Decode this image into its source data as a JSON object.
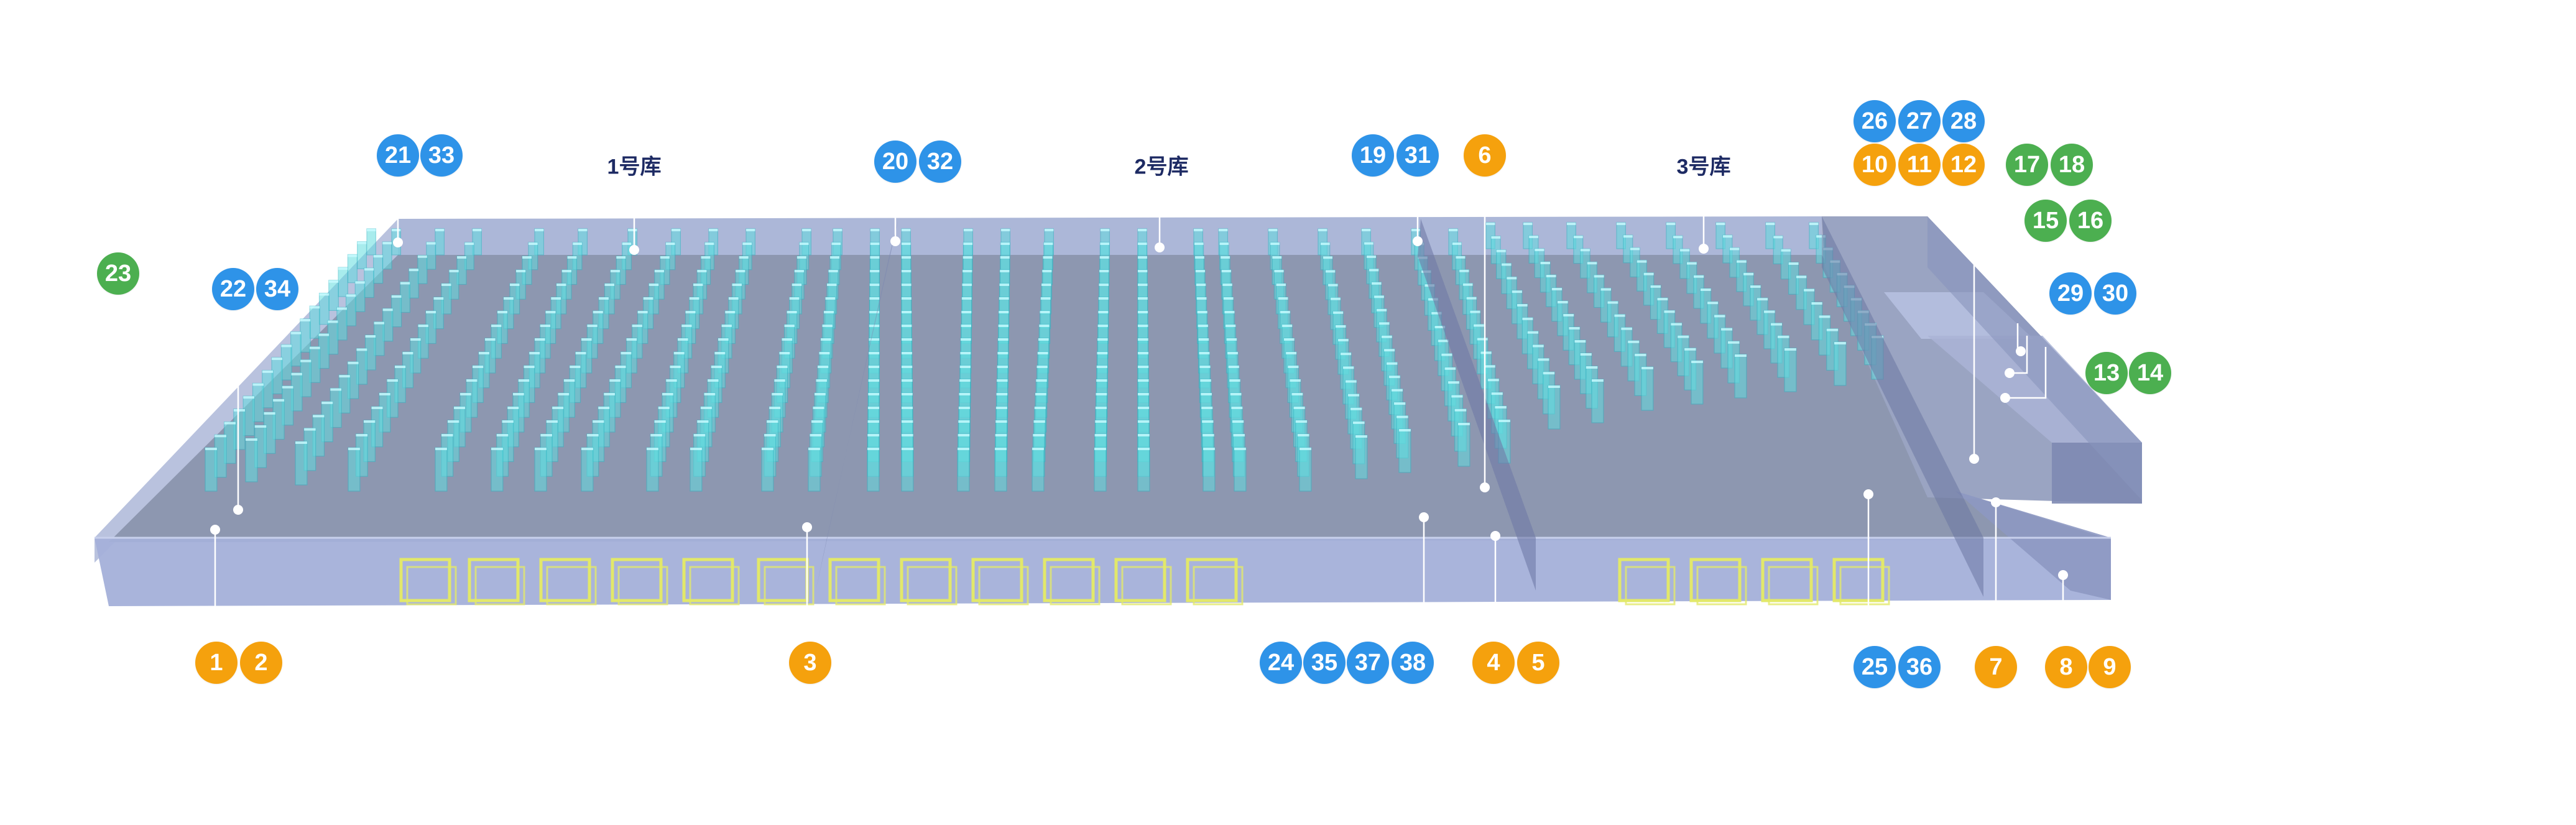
{
  "colors": {
    "blue": "#2e93e8",
    "orange": "#f5a10d",
    "green": "#4caf50",
    "floor": "#8d97b0",
    "wall": "#a8b3d6",
    "rack": "#62dde0",
    "door": "#e2e86a",
    "label": "#1d2a63"
  },
  "warehouses": [
    {
      "id": "wh1",
      "label": "1号库"
    },
    {
      "id": "wh2",
      "label": "2号库"
    },
    {
      "id": "wh3",
      "label": "3号库"
    }
  ],
  "markers": [
    {
      "id": "m1",
      "text": "1",
      "color": "orange"
    },
    {
      "id": "m2",
      "text": "2",
      "color": "orange"
    },
    {
      "id": "m3",
      "text": "3",
      "color": "orange"
    },
    {
      "id": "m4",
      "text": "4",
      "color": "orange"
    },
    {
      "id": "m5",
      "text": "5",
      "color": "orange"
    },
    {
      "id": "m6",
      "text": "6",
      "color": "orange"
    },
    {
      "id": "m7",
      "text": "7",
      "color": "orange"
    },
    {
      "id": "m8",
      "text": "8",
      "color": "orange"
    },
    {
      "id": "m9",
      "text": "9",
      "color": "orange"
    },
    {
      "id": "m10",
      "text": "10",
      "color": "orange"
    },
    {
      "id": "m11",
      "text": "11",
      "color": "orange"
    },
    {
      "id": "m12",
      "text": "12",
      "color": "orange"
    },
    {
      "id": "m13",
      "text": "13",
      "color": "green"
    },
    {
      "id": "m14",
      "text": "14",
      "color": "green"
    },
    {
      "id": "m15",
      "text": "15",
      "color": "green"
    },
    {
      "id": "m16",
      "text": "16",
      "color": "green"
    },
    {
      "id": "m17",
      "text": "17",
      "color": "green"
    },
    {
      "id": "m18",
      "text": "18",
      "color": "green"
    },
    {
      "id": "m19",
      "text": "19",
      "color": "blue"
    },
    {
      "id": "m20",
      "text": "20",
      "color": "blue"
    },
    {
      "id": "m21",
      "text": "21",
      "color": "blue"
    },
    {
      "id": "m22",
      "text": "22",
      "color": "blue"
    },
    {
      "id": "m23",
      "text": "23",
      "color": "green"
    },
    {
      "id": "m24",
      "text": "24",
      "color": "blue"
    },
    {
      "id": "m25",
      "text": "25",
      "color": "blue"
    },
    {
      "id": "m26",
      "text": "26",
      "color": "blue"
    },
    {
      "id": "m27",
      "text": "27",
      "color": "blue"
    },
    {
      "id": "m28",
      "text": "28",
      "color": "blue"
    },
    {
      "id": "m29",
      "text": "29",
      "color": "blue"
    },
    {
      "id": "m30",
      "text": "30",
      "color": "blue"
    },
    {
      "id": "m31",
      "text": "31",
      "color": "blue"
    },
    {
      "id": "m32",
      "text": "32",
      "color": "blue"
    },
    {
      "id": "m33",
      "text": "33",
      "color": "blue"
    },
    {
      "id": "m34",
      "text": "34",
      "color": "blue"
    },
    {
      "id": "m35",
      "text": "35",
      "color": "blue"
    },
    {
      "id": "m36",
      "text": "36",
      "color": "blue"
    },
    {
      "id": "m37",
      "text": "37",
      "color": "blue"
    },
    {
      "id": "m38",
      "text": "38",
      "color": "blue"
    }
  ]
}
